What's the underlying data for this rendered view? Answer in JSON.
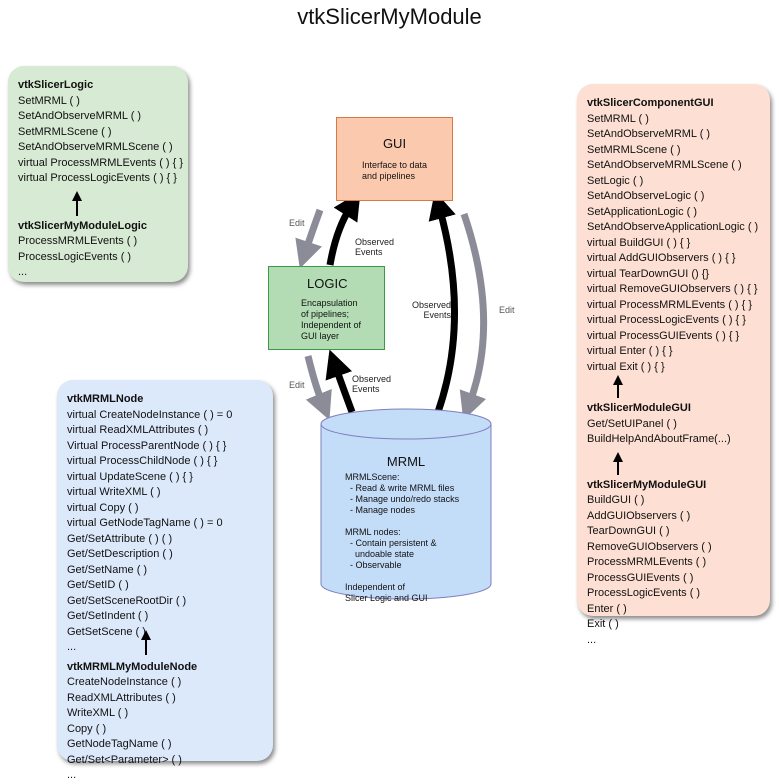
{
  "title": "vtkSlicerMyModule",
  "colors": {
    "logic_panel_bg": "#d7ead3",
    "node_panel_bg": "#dce9fb",
    "gui_panel_bg": "#fde0d3",
    "gui_box_fill": "#fbc9ae",
    "gui_box_border": "#d9793f",
    "logic_box_fill": "#b3dcb4",
    "logic_box_border": "#3b9a45",
    "mrml_fill": "#c3dcf8",
    "mrml_border": "#7f7fc0",
    "observed_arrow": "#000000",
    "edit_arrow": "#8c8c99"
  },
  "logic_panel": {
    "base": {
      "name": "vtkSlicerLogic",
      "methods": [
        "SetMRML ( )",
        "SetAndObserveMRML ( )",
        "SetMRMLScene ( )",
        "SetAndObserveMRMLScene ( )",
        "virtual ProcessMRMLEvents ( ) { }",
        "virtual ProcessLogicEvents ( ) { }"
      ]
    },
    "derived": {
      "name": "vtkSlicerMyModuleLogic",
      "methods": [
        "ProcessMRMLEvents ( )",
        "ProcessLogicEvents ( )",
        "..."
      ]
    }
  },
  "node_panel": {
    "base": {
      "name": "vtkMRMLNode",
      "methods": [
        "virtual CreateNodeInstance ( ) = 0",
        "virtual ReadXMLAttributes ( )",
        "Virtual ProcessParentNode ( ) { }",
        "virtual ProcessChildNode ( ) { }",
        "virtual UpdateScene ( ) { }",
        "virtual WriteXML ( )",
        "virtual Copy ( )",
        "virtual GetNodeTagName ( ) = 0",
        "Get/SetAttribute ( ) ( )",
        "Get/SetDescription ( )",
        "Get/SetName ( )",
        "Get/SetID ( )",
        "Get/SetSceneRootDir ( )",
        "Get/SetIndent ( )",
        "GetSetScene ( )",
        "..."
      ]
    },
    "derived": {
      "name": "vtkMRMLMyModuleNode",
      "methods": [
        "CreateNodeInstance ( )",
        "ReadXMLAttributes ( )",
        "WriteXML ( )",
        "Copy ( )",
        "GetNodeTagName ( )",
        "Get/Set<Parameter> ( )",
        "..."
      ]
    }
  },
  "gui_panel": {
    "base": {
      "name": "vtkSlicerComponentGUI",
      "methods": [
        "SetMRML ( )",
        "SetAndObserveMRML ( )",
        "SetMRMLScene ( )",
        "SetAndObserveMRMLScene ( )",
        "SetLogic ( )",
        "SetAndObserveLogic ( )",
        "SetApplicationLogic ( )",
        "SetAndObserveApplicationLogic ( )",
        "virtual BuildGUI ( ) { }",
        "virtual AddGUIObservers ( ) { }",
        "virtual TearDownGUI () {}",
        "virtual RemoveGUIObservers ( ) { }",
        "virtual ProcessMRMLEvents ( ) { }",
        "virtual ProcessLogicEvents ( ) { }",
        "virtual ProcessGUIEvents ( ) { }",
        "virtual Enter ( ) { }",
        "virtual Exit ( ) { }"
      ]
    },
    "middle": {
      "name": "vtkSlicerModuleGUI",
      "methods": [
        "Get/SetUIPanel ( )",
        "BuildHelpAndAboutFrame(...)"
      ]
    },
    "derived": {
      "name": "vtkSlicerMyModuleGUI",
      "methods": [
        "BuildGUI ( )",
        "AddGUIObservers ( )",
        "TearDownGUI ( )",
        "RemoveGUIObservers ( )",
        "ProcessMRMLEvents ( )",
        "ProcessGUIEvents ( )",
        "ProcessLogicEvents ( )",
        "Enter ( )",
        "Exit ( )",
        "..."
      ]
    }
  },
  "gui_box": {
    "title": "GUI",
    "desc": [
      "Interface to data",
      "and pipelines"
    ]
  },
  "logic_box": {
    "title": "LOGIC",
    "desc": [
      "Encapsulation",
      "of pipelines;",
      "Independent of",
      "GUI layer"
    ]
  },
  "mrml_box": {
    "title": "MRML",
    "desc": [
      "MRMLScene:",
      "  - Read & write MRML files",
      "  - Manage undo/redo stacks",
      "  - Manage nodes",
      "",
      "MRML nodes:",
      "  - Contain persistent &",
      "    undoable state",
      "  - Observable",
      "",
      "Independent of",
      "Slicer Logic and GUI"
    ]
  },
  "arrow_labels": {
    "logic_to_gui_observed": [
      "Observed",
      "Events"
    ],
    "gui_to_logic_edit": "Edit",
    "mrml_to_gui_observed": [
      "Observed",
      "Events"
    ],
    "gui_to_mrml_edit": "Edit",
    "logic_to_mrml_edit": "Edit",
    "mrml_to_logic_observed": [
      "Observed",
      "Events"
    ]
  }
}
